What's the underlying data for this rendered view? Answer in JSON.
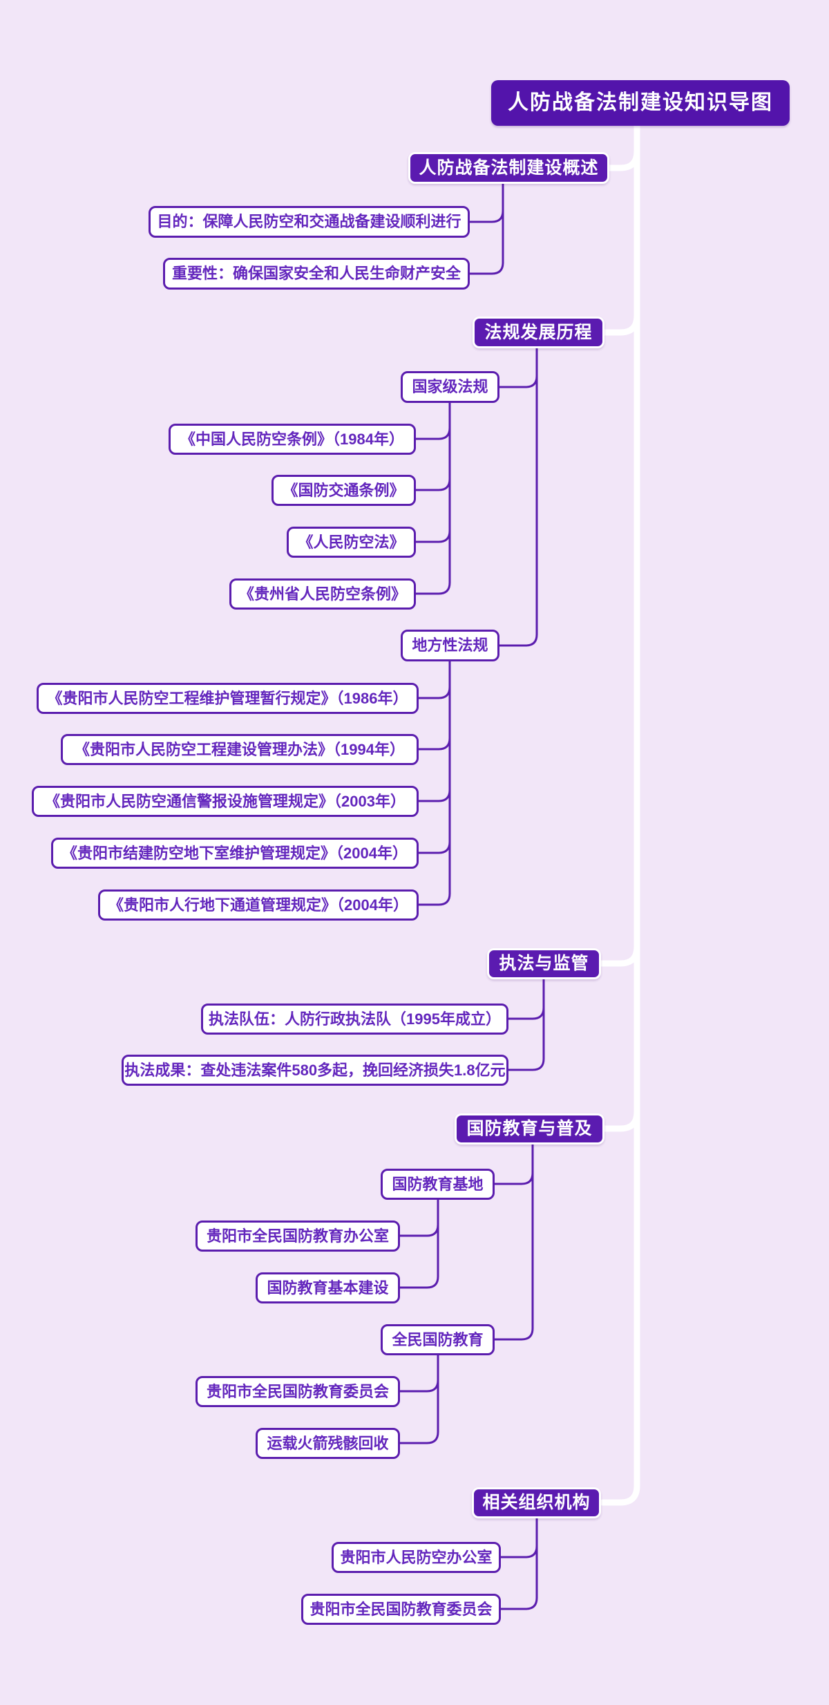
{
  "title": "人防战备法制建设知识导图",
  "colors": {
    "background": "#f2e6f8",
    "node_fill": "#5b1bb0",
    "root_fill": "#5314ab",
    "node_text_on_purple": "#ffffff",
    "leaf_border": "#5b1dae",
    "leaf_text": "#6326bd",
    "connector_trunk": "#ffffff",
    "connector_branch": "#5b1dae"
  },
  "root": {
    "label": "人防战备法制建设知识导图"
  },
  "branches": [
    {
      "label": "人防战备法制建设概述",
      "children": [
        {
          "label": "目的：保障人民防空和交通战备建设顺利进行"
        },
        {
          "label": "重要性：确保国家安全和人民生命财产安全"
        }
      ]
    },
    {
      "label": "法规发展历程",
      "children": [
        {
          "label": "国家级法规",
          "children": [
            {
              "label": "《中国人民防空条例》（1984年）"
            },
            {
              "label": "《国防交通条例》"
            },
            {
              "label": "《人民防空法》"
            },
            {
              "label": "《贵州省人民防空条例》"
            }
          ]
        },
        {
          "label": "地方性法规",
          "children": [
            {
              "label": "《贵阳市人民防空工程维护管理暂行规定》（1986年）"
            },
            {
              "label": "《贵阳市人民防空工程建设管理办法》（1994年）"
            },
            {
              "label": "《贵阳市人民防空通信警报设施管理规定》（2003年）"
            },
            {
              "label": "《贵阳市结建防空地下室维护管理规定》（2004年）"
            },
            {
              "label": "《贵阳市人行地下通道管理规定》（2004年）"
            }
          ]
        }
      ]
    },
    {
      "label": "执法与监管",
      "children": [
        {
          "label": "执法队伍：人防行政执法队（1995年成立）"
        },
        {
          "label": "执法成果：查处违法案件580多起，挽回经济损失1.8亿元"
        }
      ]
    },
    {
      "label": "国防教育与普及",
      "children": [
        {
          "label": "国防教育基地",
          "children": [
            {
              "label": "贵阳市全民国防教育办公室"
            },
            {
              "label": "国防教育基本建设"
            }
          ]
        },
        {
          "label": "全民国防教育",
          "children": [
            {
              "label": "贵阳市全民国防教育委员会"
            },
            {
              "label": "运载火箭残骸回收"
            }
          ]
        }
      ]
    },
    {
      "label": "相关组织机构",
      "children": [
        {
          "label": "贵阳市人民防空办公室"
        },
        {
          "label": "贵阳市全民国防教育委员会"
        }
      ]
    }
  ]
}
